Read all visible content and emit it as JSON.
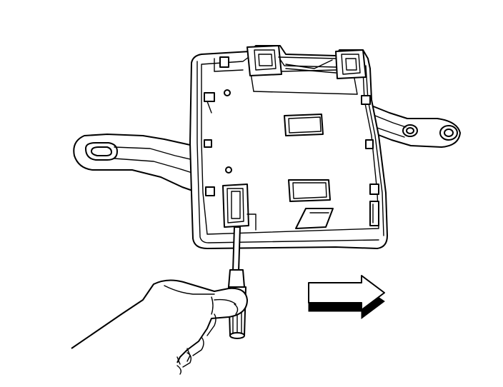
{
  "diagram": {
    "subject": "module-tray-removal",
    "colors": {
      "background": "#ffffff",
      "line": "#000000",
      "fill": "#ffffff",
      "arrow_shadow": "#000000"
    },
    "parts": [
      {
        "id": "tray",
        "icon": "tray-outline"
      },
      {
        "id": "left-bracket",
        "icon": "mounting-ear"
      },
      {
        "id": "right-bracket",
        "icon": "mounting-ear"
      },
      {
        "id": "retaining-tab-left",
        "icon": "latch"
      },
      {
        "id": "retaining-tab-right",
        "icon": "latch"
      },
      {
        "id": "screwdriver",
        "icon": "flat-blade-tool"
      },
      {
        "id": "hand",
        "icon": "hand-outline"
      },
      {
        "id": "direction-arrow",
        "icon": "arrow-right-icon"
      }
    ]
  }
}
